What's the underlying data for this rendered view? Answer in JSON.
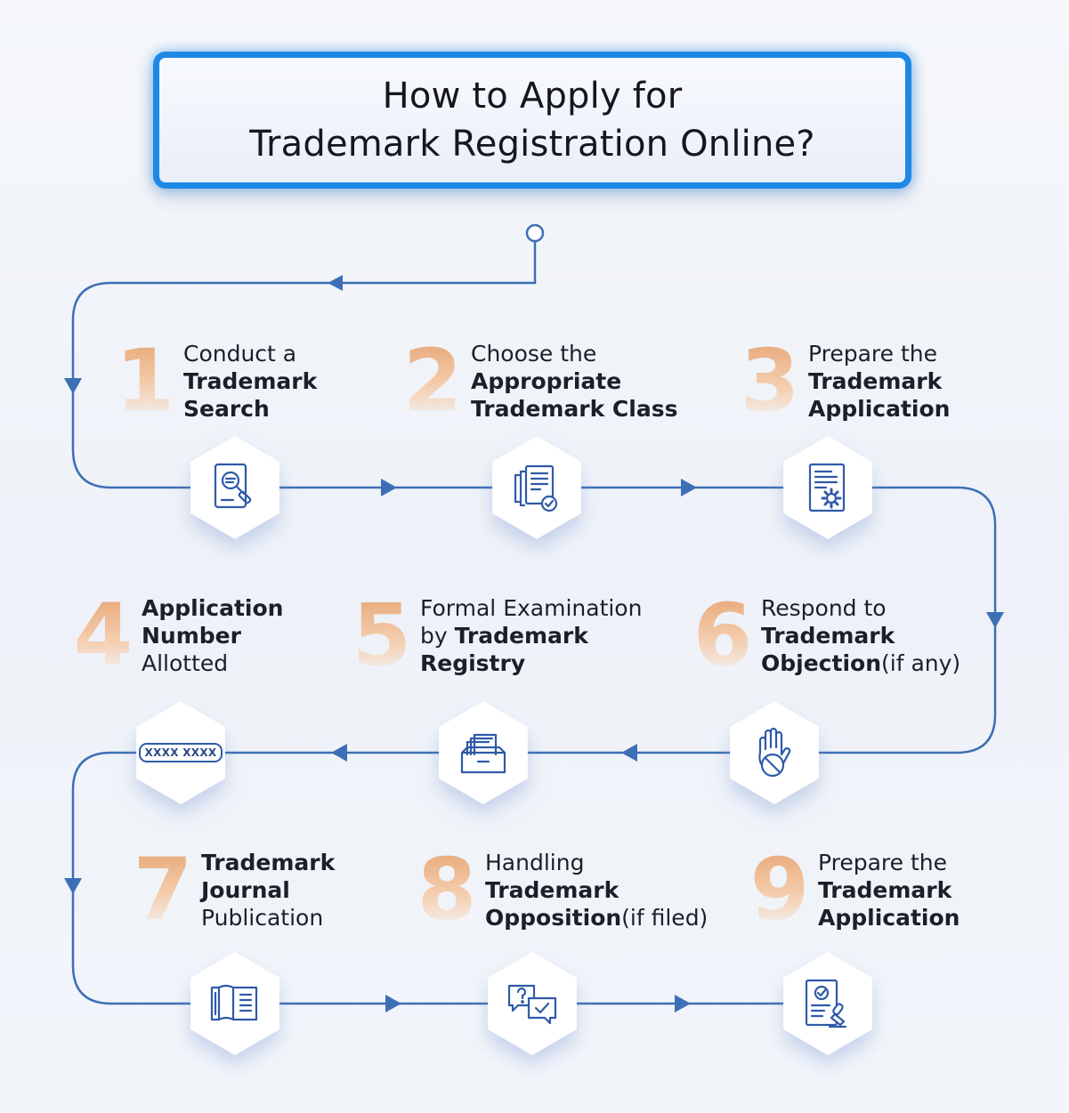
{
  "title": {
    "line1": "How to Apply for",
    "line2": "Trademark Registration Online?"
  },
  "colors": {
    "accent": "#1e88e5",
    "line": "#3d6fb6",
    "icon": "#2f5aa8",
    "number": "#e9a46f"
  },
  "steps": [
    {
      "number": "1",
      "lines": [
        "Conduct a",
        "Trademark",
        "Search"
      ],
      "icon": "document-search-icon"
    },
    {
      "number": "2",
      "lines": [
        "Choose the",
        "Appropriate",
        "Trademark Class"
      ],
      "icon": "documents-check-icon"
    },
    {
      "number": "3",
      "lines": [
        "Prepare the",
        "Trademark",
        "Application"
      ],
      "icon": "document-gear-icon"
    },
    {
      "number": "4",
      "lines": [
        "Application",
        "Number",
        "Allotted"
      ],
      "icon": "application-number-icon",
      "badge": "XXXX XXXX"
    },
    {
      "number": "5",
      "parts": [
        [
          "Formal Examination"
        ],
        [
          "by ",
          "Trademark"
        ],
        [
          "Registry"
        ]
      ],
      "icon": "file-tray-icon"
    },
    {
      "number": "6",
      "parts": [
        [
          "Respond to"
        ],
        [
          "Trademark"
        ],
        [
          "Objection",
          "(if any)"
        ]
      ],
      "icon": "hand-stop-icon"
    },
    {
      "number": "7",
      "lines": [
        "Trademark",
        "Journal",
        "Publication"
      ],
      "icon": "open-book-icon"
    },
    {
      "number": "8",
      "parts": [
        [
          "Handling"
        ],
        [
          "Trademark"
        ],
        [
          "Opposition",
          "(if filed)"
        ]
      ],
      "icon": "chat-question-icon"
    },
    {
      "number": "9",
      "lines": [
        "Prepare the",
        "Trademark",
        "Application"
      ],
      "icon": "certificate-stamp-icon"
    }
  ]
}
